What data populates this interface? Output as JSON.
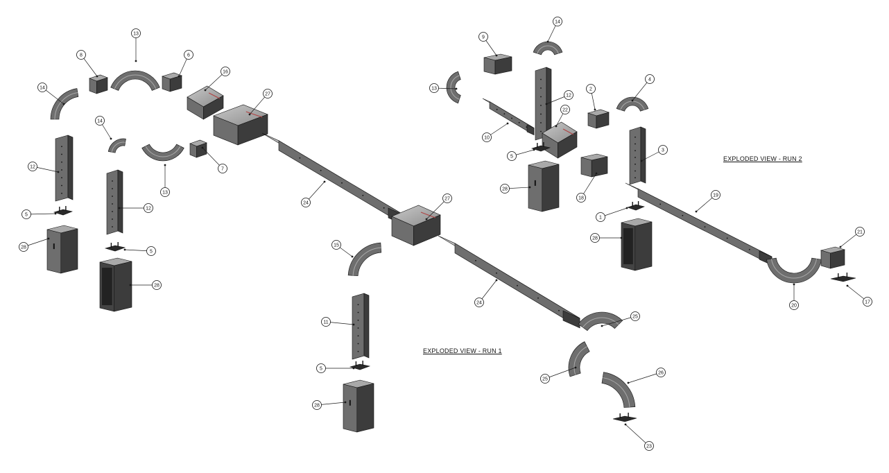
{
  "view_titles": {
    "run1": "EXPLODED VIEW - RUN 1",
    "run2": "EXPLODED VIEW - RUN 2"
  },
  "colors": {
    "part_fill": "#6e6e6e",
    "part_light": "#a9a9a9",
    "part_dark": "#3c3c3c",
    "leader": "#1a1a1a"
  },
  "balloons": [
    "13",
    "8",
    "6",
    "16",
    "14",
    "27",
    "14",
    "7",
    "13",
    "12",
    "12",
    "5",
    "5",
    "28",
    "28",
    "24",
    "27",
    "15",
    "11",
    "24",
    "5",
    "28",
    "25",
    "25",
    "26",
    "23",
    "9",
    "14",
    "13",
    "12",
    "2",
    "4",
    "22",
    "10",
    "5",
    "3",
    "28",
    "18",
    "19",
    "1",
    "28",
    "21",
    "20",
    "17"
  ]
}
